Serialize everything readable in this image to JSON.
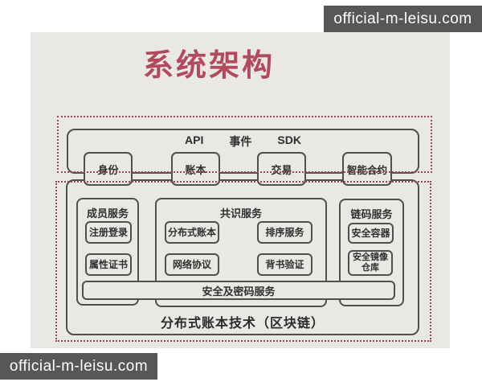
{
  "watermark": {
    "text": "official-m-leisu.com"
  },
  "title": "系统架构",
  "api_layer": {
    "labels": [
      "API",
      "事件",
      "SDK"
    ],
    "interfaces": [
      "身份",
      "账本",
      "交易",
      "智能合约"
    ]
  },
  "sections": {
    "member": {
      "heading": "成员服务",
      "items": [
        "注册登录",
        "属性证书"
      ]
    },
    "consensus": {
      "heading": "共识服务",
      "items": [
        "分布式账本",
        "排序服务",
        "网络协议",
        "背书验证"
      ]
    },
    "chaincode": {
      "heading": "链码服务",
      "items": [
        "安全容器",
        "安全镜像仓库"
      ]
    },
    "security_bar": "安全及密码服务",
    "footer": "分布式账本技术（区块链）"
  },
  "colors": {
    "accent": "#b04a5c",
    "dashed_border": "#9c4456",
    "box_border": "#4f4f4f",
    "background": "#e9e8e5",
    "watermark_bg": "#57575a"
  }
}
